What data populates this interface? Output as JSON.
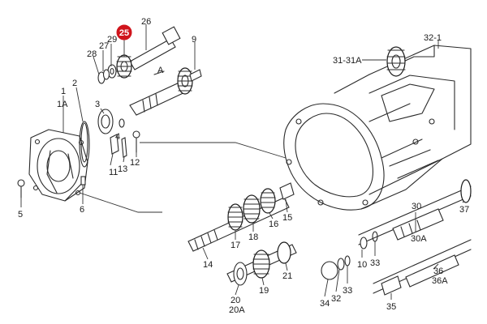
{
  "highlight": {
    "label": "25",
    "color": "#d0141c"
  },
  "callouts": {
    "c26": "26",
    "c27": "27",
    "c28": "28",
    "c29": "29",
    "c9": "9",
    "c1": "1",
    "c1a": "1A",
    "c2": "2",
    "c3": "3",
    "cA1": "A",
    "c4": "4",
    "c5": "5",
    "c6": "6",
    "c11": "11",
    "c13": "13",
    "c12": "12",
    "c321": "32-1",
    "c3131a": "31-31A",
    "c14": "14",
    "c17": "17",
    "c18": "18",
    "c16": "16",
    "c15": "15",
    "c20": "20",
    "c20a": "20A",
    "c19": "19",
    "c21": "21",
    "c10": "10",
    "c33a": "33",
    "c30": "30",
    "c30a": "30A",
    "c37": "37",
    "c34": "34",
    "c32": "32",
    "c33b": "33",
    "c35": "35",
    "c36": "36",
    "c36a": "36A"
  },
  "colors": {
    "line": "#2a2a2a",
    "background": "#ffffff"
  }
}
